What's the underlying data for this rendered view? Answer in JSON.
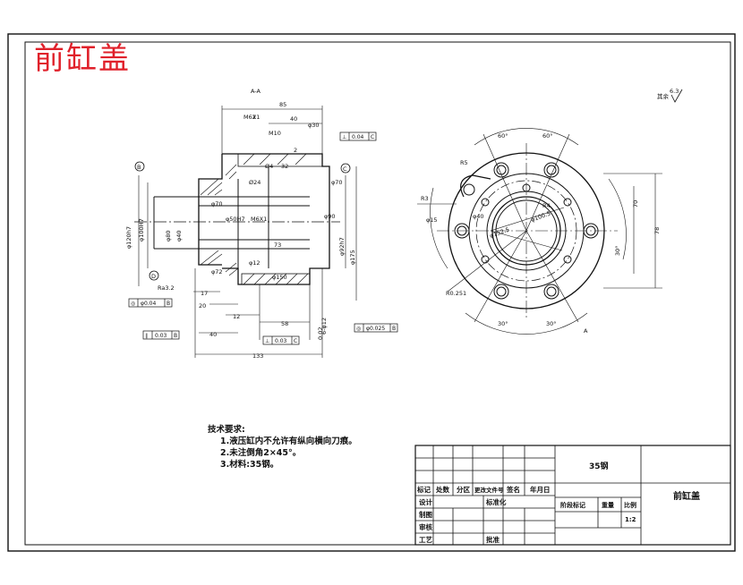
{
  "title": "前缸盖",
  "section_label": "A-A",
  "roughness_note": "其余",
  "roughness_value": "6.3",
  "datum_labels": [
    "B",
    "C",
    "D"
  ],
  "section_dimensions": [
    "85",
    "40",
    "2",
    "M6X1",
    "M10",
    "φ30",
    "2",
    "Ø4",
    "32",
    "φ70",
    "φ90",
    "φ120h7",
    "φ100H7",
    "φ80",
    "φ40",
    "φ70",
    "φ50H7",
    "M6X1",
    "Ø24",
    "73",
    "φ92h7",
    "φ175",
    "φ72",
    "φ12",
    "φ150",
    "Ra3.2",
    "17",
    "20",
    "12",
    "58",
    "40",
    "0.02",
    "6-φ12",
    "133"
  ],
  "tolerance_frames": [
    {
      "symbol": "⊥",
      "value": "0.04",
      "datum": "C"
    },
    {
      "symbol": "◎",
      "value": "φ0.04",
      "datum": "B"
    },
    {
      "symbol": "∥",
      "value": "0.03",
      "datum": "B"
    },
    {
      "symbol": "⊥",
      "value": "0.03",
      "datum": "C"
    },
    {
      "symbol": "◎",
      "value": "φ0.025",
      "datum": "B"
    }
  ],
  "view_dimensions": [
    "60°",
    "60°",
    "R5",
    "R3",
    "φ15",
    "φ40",
    "φ152.5",
    "φ100.5",
    "R4",
    "70",
    "78",
    "30°",
    "R0.251",
    "30°",
    "30°",
    "A"
  ],
  "technical_requirements": {
    "heading": "技术要求:",
    "items": [
      "1.液压缸内不允许有纵向横向刀痕。",
      "2.未注倒角2×45°。",
      "3.材料:35钢。"
    ]
  },
  "title_block": {
    "material": "35钢",
    "part_name": "前缸盖",
    "headers": [
      "标记",
      "处数",
      "分区",
      "更改文件号",
      "签名",
      "年月日"
    ],
    "rows": [
      "设计",
      "制图",
      "审核",
      "工艺"
    ],
    "standardization": "标准化",
    "approval": "批准",
    "stage_mark": "阶段标记",
    "weight": "重量",
    "scale_label": "比例",
    "scale": "1:2"
  },
  "colors": {
    "title": "#e0202a",
    "lines": "#111111"
  }
}
